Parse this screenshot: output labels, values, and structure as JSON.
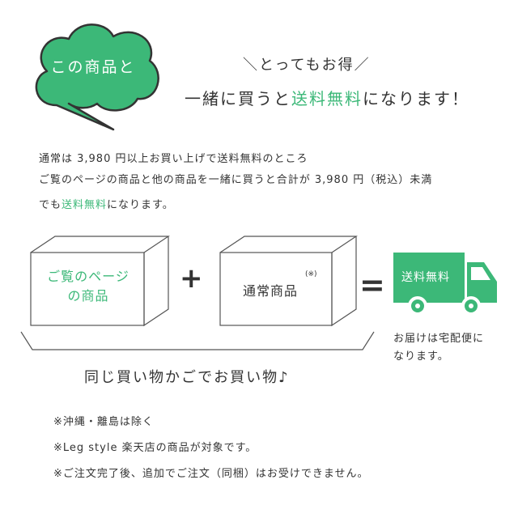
{
  "banner": {
    "cloud_label": "この商品と",
    "headline_top": "＼とってもお得／",
    "headline_pre": "一緒に買うと",
    "headline_highlight": "送料無料",
    "headline_post": "になります！"
  },
  "description": {
    "line1": "通常は 3,980 円以上お買い上げで送料無料のところ",
    "line2": "ご覧のページの商品と他の商品を一緒に買うと合計が 3,980 円（税込）未満",
    "line3_pre": "でも",
    "line3_highlight": "送料無料",
    "line3_post": "になります。"
  },
  "diagram": {
    "box1_line1": "ご覧のページ",
    "box1_line2": "の商品",
    "plus": "+",
    "box2_label": "通常商品",
    "box2_mark": "(※)",
    "equals": "=",
    "truck_label": "送料無料",
    "delivery_note_line1": "お届けは宅配便に",
    "delivery_note_line2": "なります。",
    "basket_caption": "同じ買い物かごでお買い物♪"
  },
  "notes": [
    "※沖縄・離島は除く",
    "※Leg style 楽天店の商品が対象です。",
    "※ご注文完了後、追加でご注文（同梱）はお受けできません。"
  ],
  "colors": {
    "accent": "#3cb878",
    "text": "#333333",
    "outline": "#555555"
  },
  "icons": [
    "speech-cloud-icon",
    "delivery-truck-icon",
    "box-icon"
  ]
}
